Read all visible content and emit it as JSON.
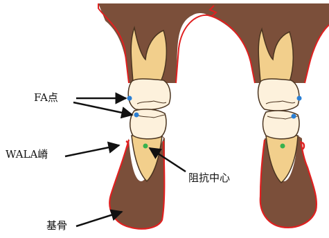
{
  "labels": {
    "fa_point": "FA点",
    "wala_ridge": "WALA嵴",
    "center_of_resistance": "阻抗中心",
    "basal_bone": "基骨"
  },
  "colors": {
    "bone": "#7b4f3a",
    "bone_outline": "#e02020",
    "crown": "#fdf1dc",
    "root": "#f2cf8c",
    "tooth_outline": "#4a3420",
    "fa_point": "#2a7fd4",
    "resistance_center": "#37b24d",
    "arrow": "#111111"
  },
  "icons": [
    "fa-point-marker",
    "center-of-resistance-marker",
    "pointer-arrow"
  ]
}
